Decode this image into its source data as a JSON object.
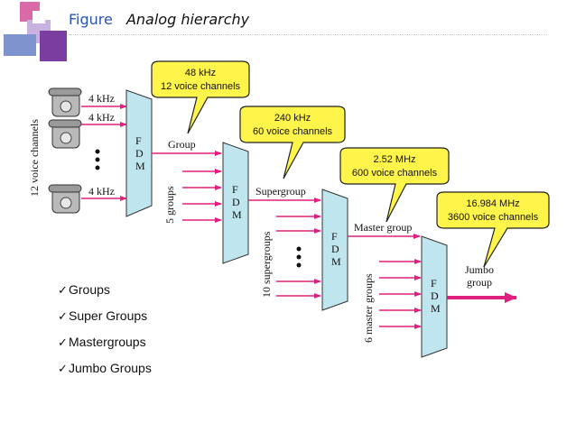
{
  "heading": {
    "figure_label": "Figure",
    "caption": "Analog hierarchy"
  },
  "diagram": {
    "left_label": "12 voice channels",
    "phone_freqs": [
      "4 kHz",
      "4 kHz",
      "4 kHz"
    ],
    "fdm_letters": [
      "F",
      "D",
      "M"
    ],
    "group_label": "Group",
    "five_groups_label": "5 groups",
    "supergroup_label": "Supergroup",
    "ten_supergroups_label": "10 supergroups",
    "master_group_label": "Master group",
    "six_master_groups_label": "6 master groups",
    "jumbo_label_1": "Jumbo",
    "jumbo_label_2": "group",
    "bubbles": [
      {
        "line1": "48 kHz",
        "line2": "12 voice channels"
      },
      {
        "line1": "240 kHz",
        "line2": "60 voice channels"
      },
      {
        "line1": "2.52 MHz",
        "line2": "600 voice channels"
      },
      {
        "line1": "16.984 MHz",
        "line2": "3600 voice channels"
      }
    ],
    "colors": {
      "arrow": "#e0207f",
      "fdm_fill": "#bfe6ee",
      "bubble_fill": "#fff44a"
    }
  },
  "bullets": [
    "Groups",
    "Super Groups",
    "Mastergroups",
    "Jumbo Groups"
  ]
}
